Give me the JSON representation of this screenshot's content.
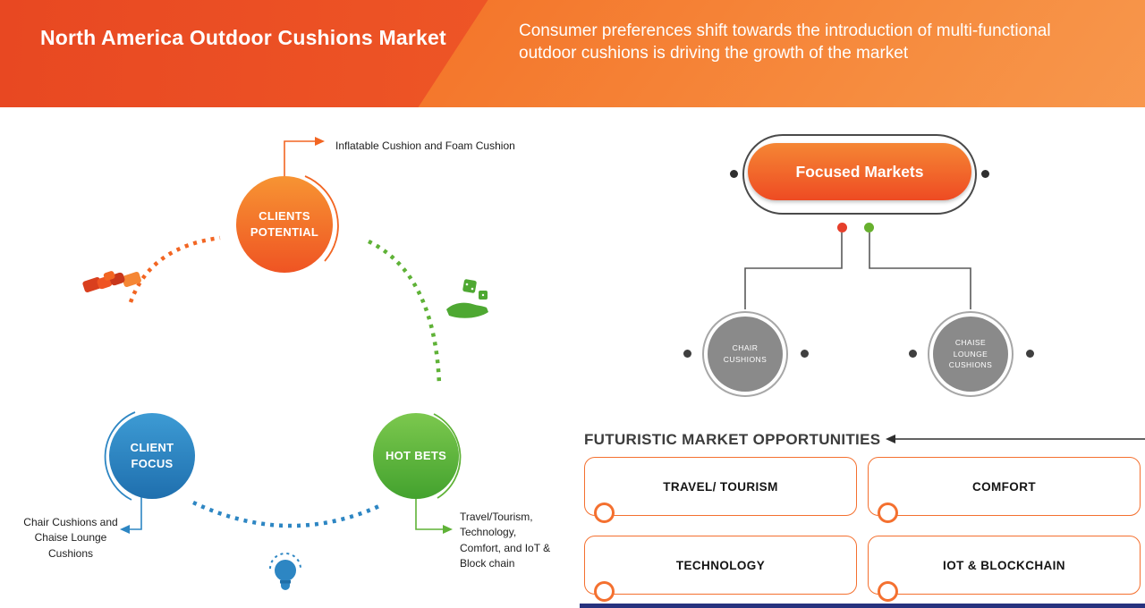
{
  "colors": {
    "accent_orange": "#f26522",
    "red_orange": "#e8432c",
    "blue": "#2d86c3",
    "green": "#5fb237",
    "gray": "#8a8a8a",
    "navy": "#27327e"
  },
  "header": {
    "title": "North America Outdoor Cushions Market",
    "subtitle": "Consumer preferences shift towards the introduction of multi-functional outdoor cushions is driving the growth of the market"
  },
  "cycle": {
    "nodes": [
      {
        "label": "CLIENTS POTENTIAL",
        "note": "Inflatable Cushion and Foam Cushion"
      },
      {
        "label": "CLIENT FOCUS",
        "note": "Chair Cushions and Chaise Lounge Cushions"
      },
      {
        "label": "HOT BETS",
        "note": "Travel/Tourism, Technology, Comfort, and IoT & Block chain"
      }
    ],
    "icons": [
      "handshake-icon",
      "dice-hand-icon",
      "lightbulb-icon"
    ]
  },
  "focused_markets": {
    "title": "Focused Markets",
    "children": [
      {
        "label": "CHAIR CUSHIONS"
      },
      {
        "label": "CHAISE LOUNGE CUSHIONS"
      }
    ]
  },
  "opportunities": {
    "heading": "FUTURISTIC MARKET OPPORTUNITIES",
    "items": [
      {
        "label": "TRAVEL/ TOURISM"
      },
      {
        "label": "COMFORT"
      },
      {
        "label": "TECHNOLOGY"
      },
      {
        "label": "IOT & BLOCKCHAIN"
      }
    ]
  }
}
